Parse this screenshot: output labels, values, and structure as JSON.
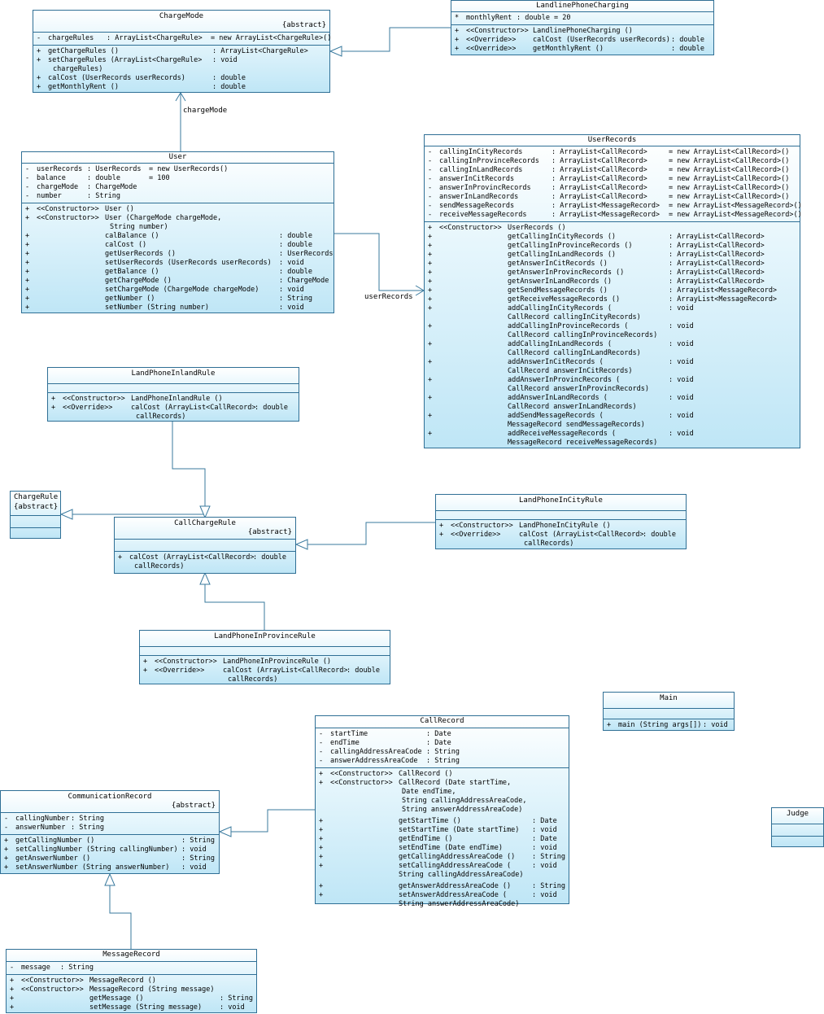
{
  "classes": {
    "chargemode": {
      "name": "ChargeMode",
      "stereotype": "{abstract}",
      "attributes": [
        {
          "vis": "-",
          "name": "chargeRules",
          "type": ": ArrayList<ChargeRule>",
          "init": "= new ArrayList<ChargeRule>()"
        }
      ],
      "operations": [
        {
          "vis": "+",
          "sig": "getChargeRules ()",
          "ret": ": ArrayList<ChargeRule>"
        },
        {
          "vis": "+",
          "sig": "setChargeRules (ArrayList<ChargeRule>",
          "ret": ": void",
          "cont": "chargeRules)"
        },
        {
          "vis": "+",
          "sig": "calCost (UserRecords userRecords)",
          "ret": ": double"
        },
        {
          "vis": "+",
          "sig": "getMonthlyRent ()",
          "ret": ": double"
        }
      ]
    },
    "landlinephonecharging": {
      "name": "LandlinePhoneCharging",
      "attributes": [
        {
          "vis": "*",
          "name": "monthlyRent",
          "type": ": double",
          "init": "= 20"
        }
      ],
      "operations": [
        {
          "vis": "+",
          "stereo": "<<Constructor>>",
          "sig": "LandlinePhoneCharging ()",
          "ret": ""
        },
        {
          "vis": "+",
          "stereo": "<<Override>>",
          "sig": "calCost (UserRecords userRecords)",
          "ret": ": double"
        },
        {
          "vis": "+",
          "stereo": "<<Override>>",
          "sig": "getMonthlyRent ()",
          "ret": ": double"
        }
      ]
    },
    "user": {
      "name": "User",
      "attributes": [
        {
          "vis": "-",
          "name": "userRecords",
          "type": ": UserRecords",
          "init": "= new UserRecords()"
        },
        {
          "vis": "-",
          "name": "balance",
          "type": ": double",
          "init": "= 100"
        },
        {
          "vis": "-",
          "name": "chargeMode",
          "type": ": ChargeMode",
          "init": ""
        },
        {
          "vis": "-",
          "name": "number",
          "type": ": String",
          "init": ""
        }
      ],
      "constructors": [
        {
          "vis": "+",
          "stereo": "<<Constructor>>",
          "sig": "User ()",
          "cont": ""
        },
        {
          "vis": "+",
          "stereo": "<<Constructor>>",
          "sig": "User (ChargeMode chargeMode,",
          "cont": "String number)"
        }
      ],
      "operations": [
        {
          "vis": "+",
          "sig": "calBalance ()",
          "ret": ": double"
        },
        {
          "vis": "+",
          "sig": "calCost ()",
          "ret": ": double"
        },
        {
          "vis": "+",
          "sig": "getUserRecords ()",
          "ret": ": UserRecords"
        },
        {
          "vis": "+",
          "sig": "setUserRecords (UserRecords userRecords)",
          "ret": ": void"
        },
        {
          "vis": "+",
          "sig": "getBalance ()",
          "ret": ": double"
        },
        {
          "vis": "+",
          "sig": "getChargeMode ()",
          "ret": ": ChargeMode"
        },
        {
          "vis": "+",
          "sig": "setChargeMode (ChargeMode chargeMode)",
          "ret": ": void"
        },
        {
          "vis": "+",
          "sig": "getNumber ()",
          "ret": ": String"
        },
        {
          "vis": "+",
          "sig": "setNumber (String number)",
          "ret": ": void"
        }
      ]
    },
    "userrecords": {
      "name": "UserRecords",
      "attributes": [
        {
          "vis": "-",
          "name": "callingInCityRecords",
          "type": ": ArrayList<CallRecord>",
          "init": "= new ArrayList<CallRecord>()"
        },
        {
          "vis": "-",
          "name": "callingInProvinceRecords",
          "type": ": ArrayList<CallRecord>",
          "init": "= new ArrayList<CallRecord>()"
        },
        {
          "vis": "-",
          "name": "callingInLandRecords",
          "type": ": ArrayList<CallRecord>",
          "init": "= new ArrayList<CallRecord>()"
        },
        {
          "vis": "-",
          "name": "answerInCitRecords",
          "type": ": ArrayList<CallRecord>",
          "init": "= new ArrayList<CallRecord>()"
        },
        {
          "vis": "-",
          "name": "answerInProvincRecords",
          "type": ": ArrayList<CallRecord>",
          "init": "= new ArrayList<CallRecord>()"
        },
        {
          "vis": "-",
          "name": "answerInLandRecords",
          "type": ": ArrayList<CallRecord>",
          "init": "= new ArrayList<CallRecord>()"
        },
        {
          "vis": "-",
          "name": "sendMessageRecords",
          "type": ": ArrayList<MessageRecord>",
          "init": "= new ArrayList<MessageRecord>()"
        },
        {
          "vis": "-",
          "name": "receiveMessageRecords",
          "type": ": ArrayList<MessageRecord>",
          "init": "= new ArrayList<MessageRecord>()"
        }
      ],
      "constructor": {
        "vis": "+",
        "stereo": "<<Constructor>>",
        "sig": "UserRecords ()"
      },
      "getters": [
        {
          "vis": "+",
          "sig": "getCallingInCityRecords ()",
          "ret": ": ArrayList<CallRecord>"
        },
        {
          "vis": "+",
          "sig": "getCallingInProvinceRecords ()",
          "ret": ": ArrayList<CallRecord>"
        },
        {
          "vis": "+",
          "sig": "getCallingInLandRecords ()",
          "ret": ": ArrayList<CallRecord>"
        },
        {
          "vis": "+",
          "sig": "getAnswerInCitRecords ()",
          "ret": ": ArrayList<CallRecord>"
        },
        {
          "vis": "+",
          "sig": "getAnswerInProvincRecords ()",
          "ret": ": ArrayList<CallRecord>"
        },
        {
          "vis": "+",
          "sig": "getAnswerInLandRecords ()",
          "ret": ": ArrayList<CallRecord>"
        },
        {
          "vis": "+",
          "sig": "getSendMessageRecords ()",
          "ret": ": ArrayList<MessageRecord>"
        },
        {
          "vis": "+",
          "sig": "getReceiveMessageRecords ()",
          "ret": ": ArrayList<MessageRecord>"
        }
      ],
      "adders": [
        {
          "vis": "+",
          "sig": "addCallingInCityRecords (",
          "cont": "CallRecord callingInCityRecords)",
          "ret": ": void"
        },
        {
          "vis": "+",
          "sig": "addCallingInProvinceRecords (",
          "cont": "CallRecord callingInProvinceRecords)",
          "ret": ": void"
        },
        {
          "vis": "+",
          "sig": "addCallingInLandRecords (",
          "cont": "CallRecord callingInLandRecords)",
          "ret": ": void"
        },
        {
          "vis": "+",
          "sig": "addAnswerInCitRecords (",
          "cont": "CallRecord answerInCitRecords)",
          "ret": ": void"
        },
        {
          "vis": "+",
          "sig": "addAnswerInProvincRecords (",
          "cont": "CallRecord answerInProvincRecords)",
          "ret": ": void"
        },
        {
          "vis": "+",
          "sig": "addAnswerInLandRecords (",
          "cont": "CallRecord answerInLandRecords)",
          "ret": ": void"
        },
        {
          "vis": "+",
          "sig": "addSendMessageRecords (",
          "cont": "MessageRecord sendMessageRecords)",
          "ret": ": void"
        },
        {
          "vis": "+",
          "sig": "addReceiveMessageRecords (",
          "cont": "MessageRecord receiveMessageRecords)",
          "ret": ": void"
        }
      ]
    },
    "landphoneinlandrule": {
      "name": "LandPhoneInlandRule",
      "operations": [
        {
          "vis": "+",
          "stereo": "<<Constructor>>",
          "sig": "LandPhoneInlandRule ()",
          "ret": "",
          "cont": ""
        },
        {
          "vis": "+",
          "stereo": "<<Override>>",
          "sig": "calCost (ArrayList<CallRecord>",
          "ret": ": double",
          "cont": "callRecords)"
        }
      ]
    },
    "chargerule": {
      "name": "ChargeRule",
      "stereotype": "{abstract}"
    },
    "callchargerule": {
      "name": "CallChargeRule",
      "stereotype": "{abstract}",
      "operations": [
        {
          "vis": "+",
          "sig": "calCost (ArrayList<CallRecord>",
          "ret": ": double",
          "cont": "callRecords)"
        }
      ]
    },
    "landphoneincityrule": {
      "name": "LandPhoneInCityRule",
      "operations": [
        {
          "vis": "+",
          "stereo": "<<Constructor>>",
          "sig": "LandPhoneInCityRule ()",
          "ret": "",
          "cont": ""
        },
        {
          "vis": "+",
          "stereo": "<<Override>>",
          "sig": "calCost (ArrayList<CallRecord>",
          "ret": ": double",
          "cont": "callRecords)"
        }
      ]
    },
    "landphoneinprovincerule": {
      "name": "LandPhoneInProvinceRule",
      "operations": [
        {
          "vis": "+",
          "stereo": "<<Constructor>>",
          "sig": "LandPhoneInProvinceRule ()",
          "ret": "",
          "cont": ""
        },
        {
          "vis": "+",
          "stereo": "<<Override>>",
          "sig": "calCost (ArrayList<CallRecord>",
          "ret": ": double",
          "cont": "callRecords)"
        }
      ]
    },
    "main": {
      "name": "Main",
      "operations": [
        {
          "vis": "+",
          "sig": "main (String args[])",
          "ret": ": void"
        }
      ]
    },
    "callrecord": {
      "name": "CallRecord",
      "attributes": [
        {
          "vis": "-",
          "name": "startTime",
          "type": ": Date"
        },
        {
          "vis": "-",
          "name": "endTime",
          "type": ": Date"
        },
        {
          "vis": "-",
          "name": "callingAddressAreaCode",
          "type": ": String"
        },
        {
          "vis": "-",
          "name": "answerAddressAreaCode",
          "type": ": String"
        }
      ],
      "constructors": [
        {
          "vis": "+",
          "stereo": "<<Constructor>>",
          "sig": "CallRecord ()",
          "cont": []
        },
        {
          "vis": "+",
          "stereo": "<<Constructor>>",
          "sig": "CallRecord (Date startTime,",
          "cont": [
            "Date endTime,",
            "String callingAddressAreaCode,",
            "String answerAddressAreaCode)"
          ]
        }
      ],
      "operations": [
        {
          "vis": "+",
          "sig": "getStartTime ()",
          "ret": ": Date",
          "cont": ""
        },
        {
          "vis": "+",
          "sig": "setStartTime (Date startTime)",
          "ret": ": void",
          "cont": ""
        },
        {
          "vis": "+",
          "sig": "getEndTime ()",
          "ret": ": Date",
          "cont": ""
        },
        {
          "vis": "+",
          "sig": "setEndTime (Date endTime)",
          "ret": ": void",
          "cont": ""
        },
        {
          "vis": "+",
          "sig": "getCallingAddressAreaCode ()",
          "ret": ": String",
          "cont": ""
        },
        {
          "vis": "+",
          "sig": "setCallingAddressAreaCode (",
          "ret": ": void",
          "cont": "String callingAddressAreaCode)"
        },
        {
          "vis": "+",
          "sig": "getAnswerAddressAreaCode ()",
          "ret": ": String",
          "cont": ""
        },
        {
          "vis": "+",
          "sig": "setAnswerAddressAreaCode (",
          "ret": ": void",
          "cont": "String answerAddressAreaCode)"
        }
      ]
    },
    "judge": {
      "name": "Judge"
    },
    "communicationrecord": {
      "name": "CommunicationRecord",
      "stereotype": "{abstract}",
      "attributes": [
        {
          "vis": "-",
          "name": "callingNumber",
          "type": ": String"
        },
        {
          "vis": "-",
          "name": "answerNumber",
          "type": ": String"
        }
      ],
      "operations": [
        {
          "vis": "+",
          "sig": "getCallingNumber ()",
          "ret": ": String"
        },
        {
          "vis": "+",
          "sig": "setCallingNumber (String callingNumber)",
          "ret": ": void"
        },
        {
          "vis": "+",
          "sig": "getAnswerNumber ()",
          "ret": ": String"
        },
        {
          "vis": "+",
          "sig": "setAnswerNumber (String answerNumber)",
          "ret": ": void"
        }
      ]
    },
    "messagerecord": {
      "name": "MessageRecord",
      "attributes": [
        {
          "vis": "-",
          "name": "message",
          "type": ": String"
        }
      ],
      "operations": [
        {
          "vis": "+",
          "stereo": "<<Constructor>>",
          "sig": "MessageRecord ()",
          "ret": ""
        },
        {
          "vis": "+",
          "stereo": "<<Constructor>>",
          "sig": "MessageRecord (String message)",
          "ret": ""
        },
        {
          "vis": "+",
          "stereo": "",
          "sig": "getMessage ()",
          "ret": ": String"
        },
        {
          "vis": "+",
          "stereo": "",
          "sig": "setMessage (String message)",
          "ret": ": void"
        }
      ]
    }
  },
  "relationships": {
    "user_chargemode_label": "chargeMode",
    "user_userrecords_label": "userRecords"
  },
  "colors": {
    "border": "#2f6f95",
    "fill_top": "#ffffff",
    "fill_bottom": "#bfe6f6",
    "line": "#3a7a9e"
  }
}
